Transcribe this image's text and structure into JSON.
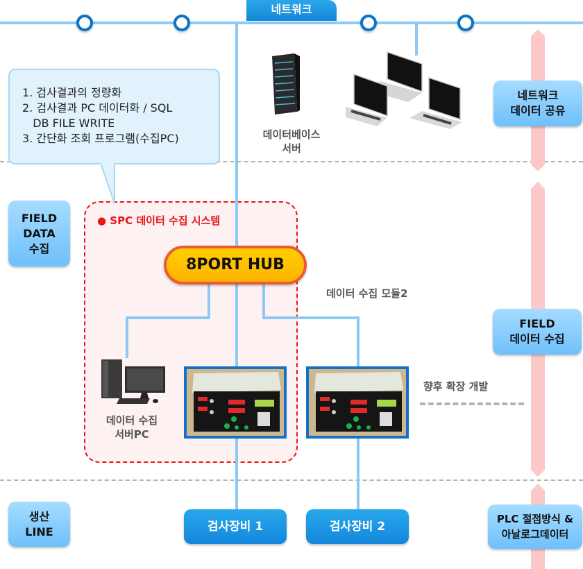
{
  "network_tab": {
    "label": "네트워크"
  },
  "bubble": {
    "lines": [
      "1. 검사결과의 정량화",
      "2. 검사결과 PC 데이터화 / SQL",
      "   DB FILE WRITE",
      "3. 간단화 조회 프로그램(수집PC)"
    ]
  },
  "server": {
    "label_line1": "데이터베이스",
    "label_line2": "서버"
  },
  "right_boxes": {
    "network_share": {
      "line1": "네트워크",
      "line2": "데이터 공유"
    },
    "field_collect": {
      "line1": "FIELD",
      "line2": "데이터 수집"
    },
    "plc": {
      "line1": "PLC 절점방식 &",
      "line2": "아날로그데이터"
    }
  },
  "left_boxes": {
    "field_data": {
      "line1": "FIELD",
      "line2": "DATA",
      "line3": "수집"
    },
    "production": {
      "line1": "생산",
      "line2": "LINE"
    }
  },
  "spc": {
    "title": "● SPC 데이터 수집 시스템"
  },
  "hub": {
    "label": "8PORT HUB"
  },
  "module2": {
    "label": "데이터 수집 모듈2"
  },
  "server_pc": {
    "line1": "데이터 수집",
    "line2": "서버PC"
  },
  "future": {
    "label": "향후 확장 개발"
  },
  "equipment": [
    {
      "label": "검사장비 1"
    },
    {
      "label": "검사장비 2"
    }
  ],
  "colors": {
    "network_line": "#8cc9f5",
    "node_ring": "#0a73c8",
    "spc_border": "#e8151a",
    "hub_fill": "#ffc400",
    "hub_border": "#ec5a34",
    "equipment_button": "#1a96e3",
    "side_box": "#8fd0fd",
    "pink_arrow": "#fdc8c8"
  }
}
